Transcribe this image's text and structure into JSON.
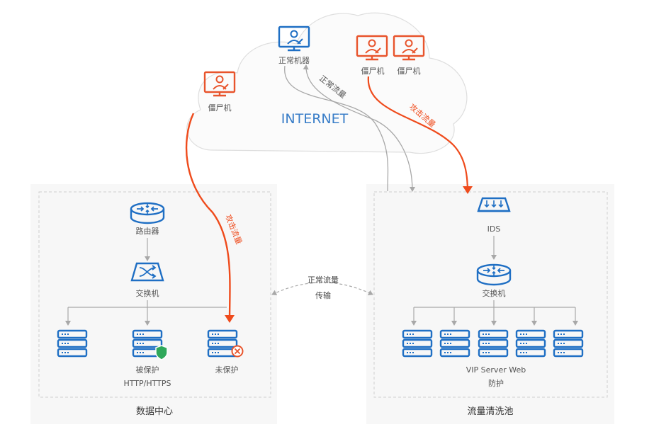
{
  "cloud": {
    "label": "INTERNET",
    "normal_machine_label": "正常机器",
    "zombie_left_label": "僵尸机",
    "zombie_right1_label": "僵尸机",
    "zombie_right2_label": "僵尸机",
    "normal_flow_label": "正常流量",
    "attack_flow_label": "攻击流量"
  },
  "datacenter": {
    "title": "数据中心",
    "router_label": "路由器",
    "switch_label": "交换机",
    "protected_label_line1": "被保护",
    "protected_label_line2": "HTTP/HTTPS",
    "unprotected_label": "未保护",
    "attack_flow_label": "攻击流量"
  },
  "transfer": {
    "label_line1": "正常流量",
    "label_line2": "传输"
  },
  "scrubbing": {
    "title": "流量清洗池",
    "ids_label": "IDS",
    "switch_label": "交换机",
    "servers_label_line1": "VIP Server Web",
    "servers_label_line2": "防护"
  },
  "colors": {
    "blue": "#1f6fc4",
    "orange": "#e8542c",
    "attack_line": "#ef4b1c",
    "gray_line": "#a8a8a8",
    "box_bg": "#f7f7f7",
    "dash": "#cfcfcf",
    "label": "#555555",
    "shield_green": "#2fa85a",
    "internet_text": "#3a7ec8"
  }
}
